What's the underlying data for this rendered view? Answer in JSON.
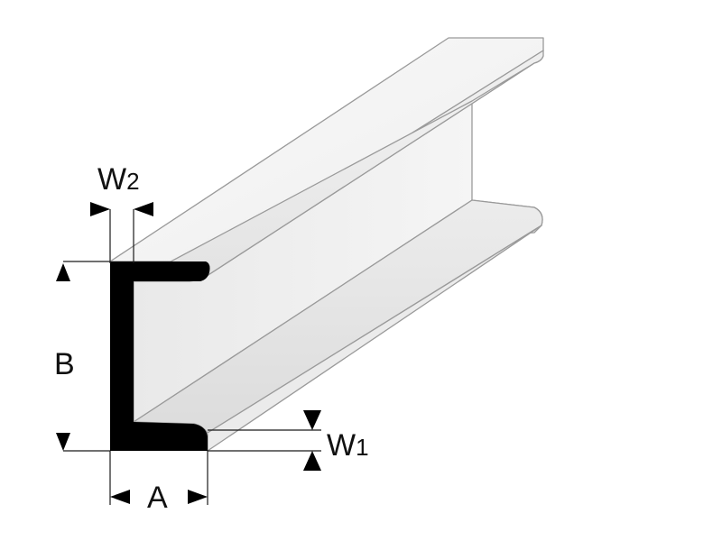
{
  "labels": {
    "w2_base": "W",
    "w2_sub": "2",
    "w1_base": "W",
    "w1_sub": "1",
    "b": "B",
    "a": "A"
  },
  "colors": {
    "profile_light": "#f7f7f7",
    "profile_mid": "#e6e6e6",
    "profile_shadow": "#d2d2d2",
    "outline": "#9a9a9a",
    "cross_section": "#000000",
    "dimension": "#1a1a1a"
  }
}
